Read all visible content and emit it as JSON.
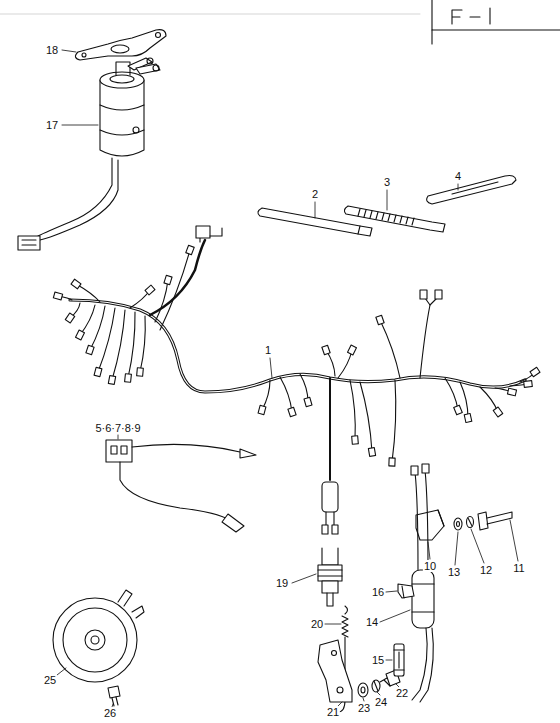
{
  "diagram": {
    "labels": [
      "18",
      "17",
      "2",
      "3",
      "4",
      "1",
      "5·6·7·8·9",
      "19",
      "10",
      "13",
      "12",
      "11",
      "16",
      "14",
      "15",
      "25",
      "26",
      "20",
      "21",
      "23",
      "24",
      "22"
    ]
  }
}
